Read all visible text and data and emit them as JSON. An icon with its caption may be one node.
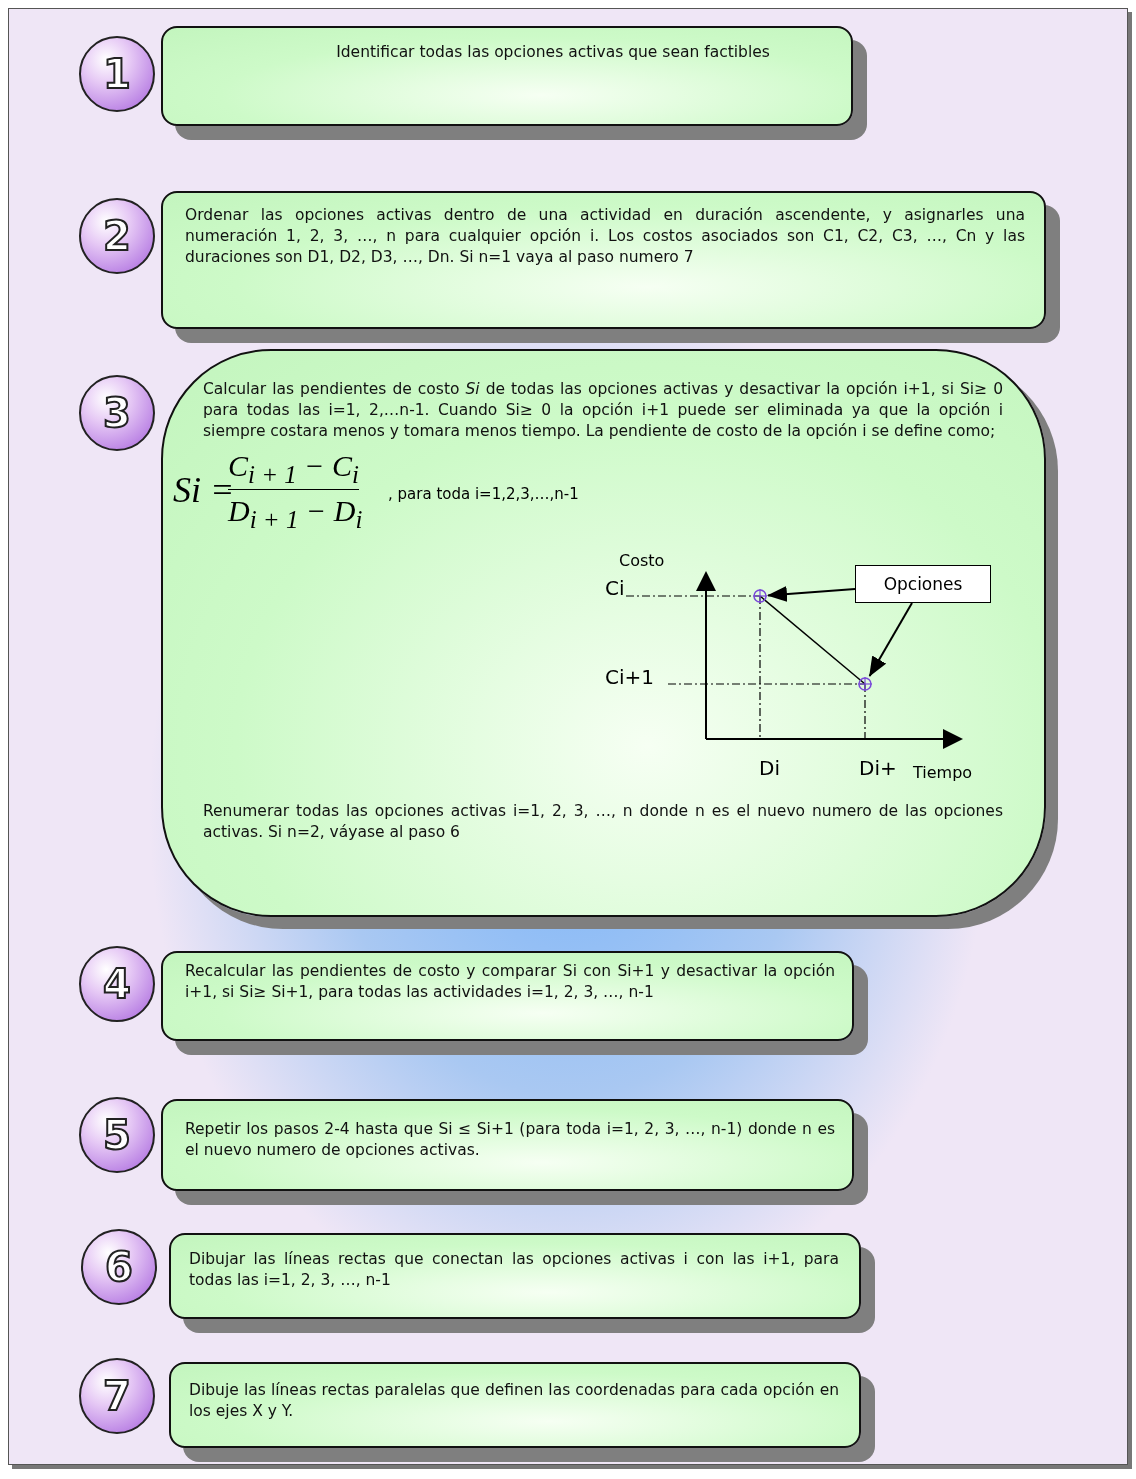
{
  "diagram": {
    "nodes": [
      {
        "text": [
          "1"
        ]
      },
      {
        "text": [
          "Identificar todas las opciones activas que sean factibles"
        ]
      },
      {
        "text": [
          "2"
        ]
      },
      {
        "text": [
          "Ordenar las opciones activas dentro de una actividad en duración ascendente, y asignarles una numeración  1, 2, 3, …, n  para cualquier opción i.  Los costos asociados son C1, C2, C3, …, Cn y las duraciones son D1, D2, D3, …, Dn.  Si n=1  vaya al paso numero 7"
        ]
      },
      {
        "text": [
          "3"
        ]
      },
      {
        "text": [
          "Calcular las pendientes de costo *Si* de todas las opciones activas y desactivar la opción i+1, si Si≥ 0 para todas las i=1, 2,…n-1.   Cuando Si≥ 0 la opción i+1 puede ser eliminada ya que la opción i siempre costara menos y tomara menos tiempo. La pendiente de costo de la opción i se define como;",
          "Renumerar todas las opciones activas i=1, 2, 3, …, n donde n es el nuevo numero de las opciones activas. Si n=2, váyase al paso 6"
        ]
      },
      {
        "text": [
          "Opciones"
        ],
        "in": 5
      },
      {
        "text": [],
        "shape": "circle",
        "in": 5
      },
      {
        "text": [],
        "shape": "circle",
        "in": 5
      },
      {
        "text": [
          "4"
        ]
      },
      {
        "text": [
          "Recalcular las pendientes de costo y comparar Si con Si+1 y desactivar la opción i+1, si Si≥ Si+1, para todas las actividades i=1, 2, 3, …, n-1"
        ]
      },
      {
        "text": [
          "5"
        ]
      },
      {
        "text": [
          "Repetir los pasos 2-4 hasta que Si ≤ Si+1 (para toda i=1, 2, 3, …, n-1) donde n es el nuevo numero de opciones activas."
        ]
      },
      {
        "text": [
          "6"
        ]
      },
      {
        "text": [
          "Dibujar las líneas rectas que conectan las opciones activas i con las i+1, para todas las i=1, 2, 3, …, n-1"
        ]
      },
      {
        "text": [
          "7"
        ]
      },
      {
        "text": [
          "Dibuje las líneas rectas paralelas que definen las coordenadas para cada opción en los ejes X y Y."
        ]
      }
    ],
    "edges": [
      {
        "from": 6,
        "to": 7,
        "arrow": "to"
      },
      {
        "from": 6,
        "to": 8,
        "arrow": "to"
      }
    ],
    "labels": [
      "Si =",
      "C$_{i + 1}$ − C$_{i}$",
      "D$_{i + 1}$ − D$_{i}$",
      ", para toda i=1,2,3,…,n-1",
      "Costo",
      "Ci",
      "Ci+1",
      "Di",
      "Di+",
      "Tiempo"
    ]
  }
}
